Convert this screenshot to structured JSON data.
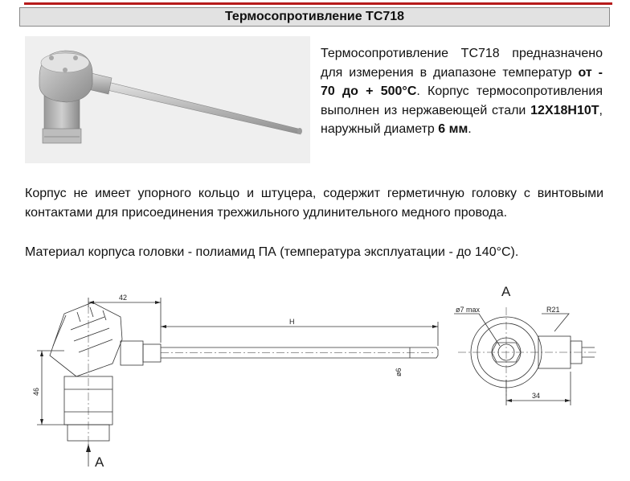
{
  "header": {
    "title": "Термосопротивление ТС718"
  },
  "intro": {
    "p_start": "Термосопротивление ТС718 предназначено для измерения в диапазоне температур ",
    "range_bold": "от - 70 до + 500°С",
    "p_mid": ". Корпус термосопротивления выполнен из нержавеющей стали ",
    "steel_bold": "12Х18Н10Т",
    "p_mid2": ", наружный диаметр ",
    "diameter_bold": "6 мм",
    "p_end": "."
  },
  "body": {
    "paragraph1": "Корпус не имеет упорного кольцо и штуцера, содержит герметичную головку с винтовыми контактами для присоединения трехжильного удлинительного медного провода.",
    "paragraph2": "Материал корпуса головки - полиамид ПА (температура эксплуатации - до 140°С)."
  },
  "drawing": {
    "dim_42": "42",
    "dim_h": "H",
    "dim_d6": "ø6",
    "dim_46": "46",
    "view_a_bottom": "A",
    "view_a_top": "A",
    "dim_d7": "ø7 max",
    "dim_r21": "R21",
    "dim_34": "34"
  }
}
